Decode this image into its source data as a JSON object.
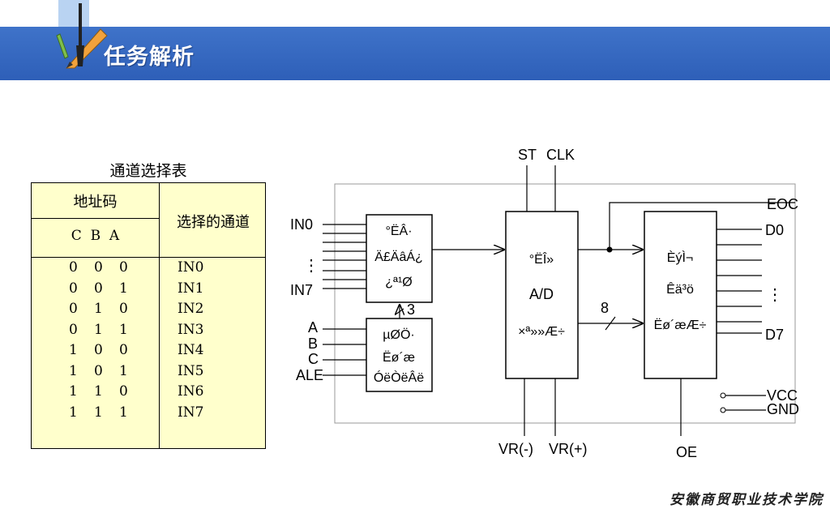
{
  "header": {
    "title": "任务解析"
  },
  "table": {
    "title": "通道选择表",
    "col1_header": "地址码",
    "col1_sub": "C  B  A",
    "col2_header": "选择的通道",
    "rows": [
      {
        "bits": "0   0   0",
        "channel": "IN0"
      },
      {
        "bits": "0   0   1",
        "channel": "IN1"
      },
      {
        "bits": "0   1   0",
        "channel": "IN2"
      },
      {
        "bits": "0   1   1",
        "channel": "IN3"
      },
      {
        "bits": "1   0   0",
        "channel": "IN4"
      },
      {
        "bits": "1   0   1",
        "channel": "IN5"
      },
      {
        "bits": "1   1   0",
        "channel": "IN6"
      },
      {
        "bits": "1   1   1",
        "channel": "IN7"
      }
    ]
  },
  "diagram": {
    "inputs": {
      "in0": "IN0",
      "in7": "IN7",
      "a": "A",
      "b": "B",
      "c": "C",
      "ale": "ALE"
    },
    "top_pins": {
      "st": "ST",
      "clk": "CLK"
    },
    "bottom_pins": {
      "vrm": "VR(-)",
      "vrp": "VR(+)",
      "oe": "OE"
    },
    "right_pins": {
      "eoc": "EOC",
      "d0": "D0",
      "d7": "D7",
      "vcc": "VCC",
      "gnd": "GND"
    },
    "mux_block": [
      "°ËÂ·",
      "Ä£ÄâÁ¿",
      "¿ª¹Ø"
    ],
    "addr_block": [
      "µØÖ·",
      "Ëø´æ",
      "ÓëÒëÂë"
    ],
    "adc_block": [
      "°ËÎ»",
      "A/D",
      "×ª»»Æ÷"
    ],
    "latch_block": [
      "ÈýÌ¬",
      "Êä³ö",
      "Ëø´æÆ÷"
    ],
    "bus_width_3": "3",
    "bus_width_8": "8",
    "ellipsis": "⋮"
  },
  "footer": {
    "text": "安徽商贸职业技术学院"
  },
  "colors": {
    "header_blue": "#2e5fb8",
    "header_light": "#b9d3f2",
    "table_bg": "#ffffcc"
  }
}
